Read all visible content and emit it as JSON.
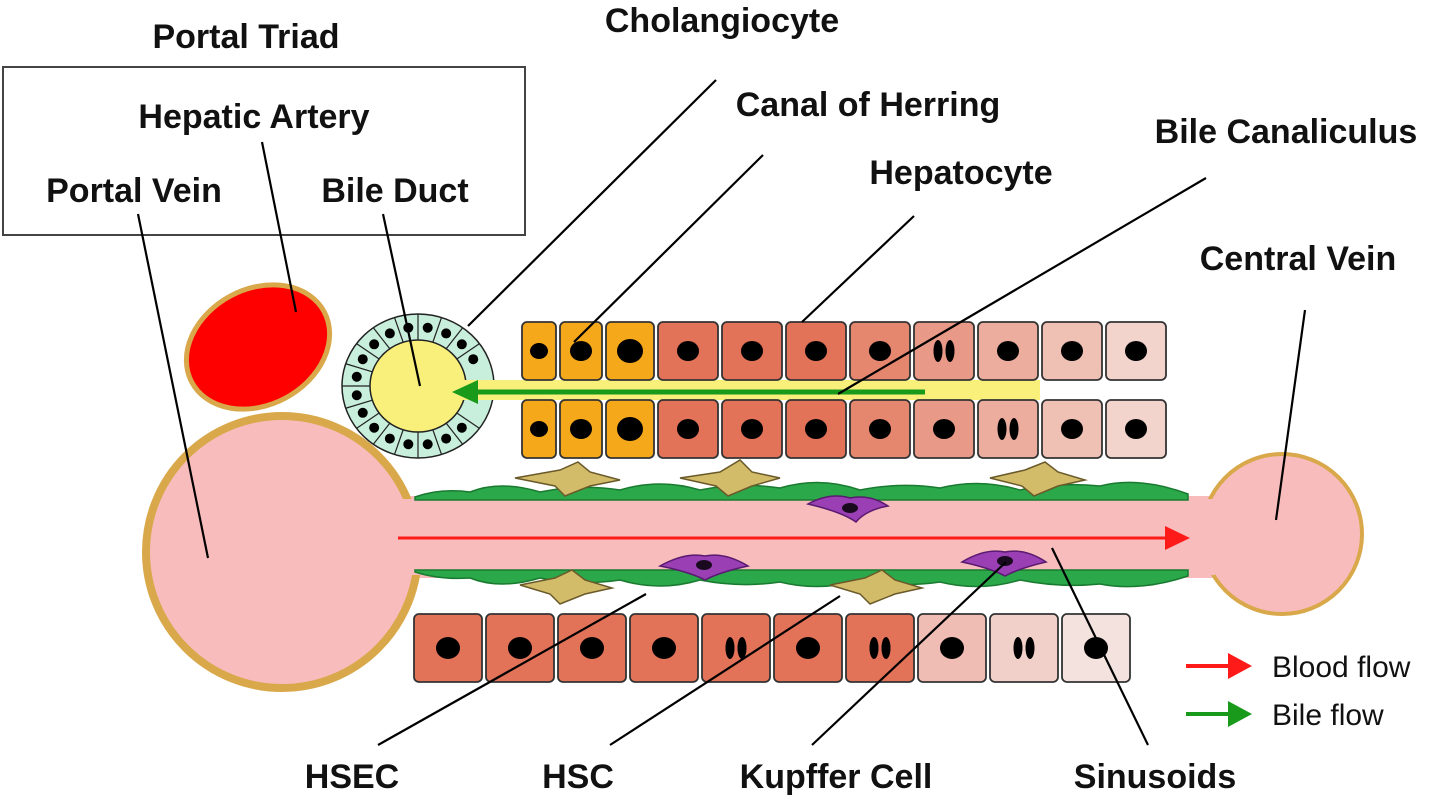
{
  "labels": {
    "portal_triad": "Portal Triad",
    "hepatic_artery": "Hepatic Artery",
    "portal_vein": "Portal Vein",
    "bile_duct": "Bile Duct",
    "cholangiocyte": "Cholangiocyte",
    "canal_of_herring": "Canal of Herring",
    "hepatocyte": "Hepatocyte",
    "bile_canaliculus": "Bile Canaliculus",
    "central_vein": "Central Vein",
    "hsec": "HSEC",
    "hsc": "HSC",
    "kupffer_cell": "Kupffer Cell",
    "sinusoids": "Sinusoids"
  },
  "legend": {
    "blood_flow": "Blood flow",
    "bile_flow": "Bile flow"
  },
  "colors": {
    "blood_flow_arrow": "#ff1a1a",
    "bile_flow_arrow": "#1a9a1a",
    "hepatic_artery": "#ff0000",
    "vessel_fill": "#f8bcbc",
    "vessel_border": "#d9a84a",
    "bile_duct_fill": "#f8f07a",
    "cholangiocyte_fill": "#c8eedc",
    "canal_cell_fill": "#f5a81a",
    "hepatocyte_dark": "#e27258",
    "hepatocyte_light": "#f6e8e4",
    "hsec": "#2aa84a",
    "kupffer": "#9a40b4",
    "hsc": "#c8b060"
  }
}
